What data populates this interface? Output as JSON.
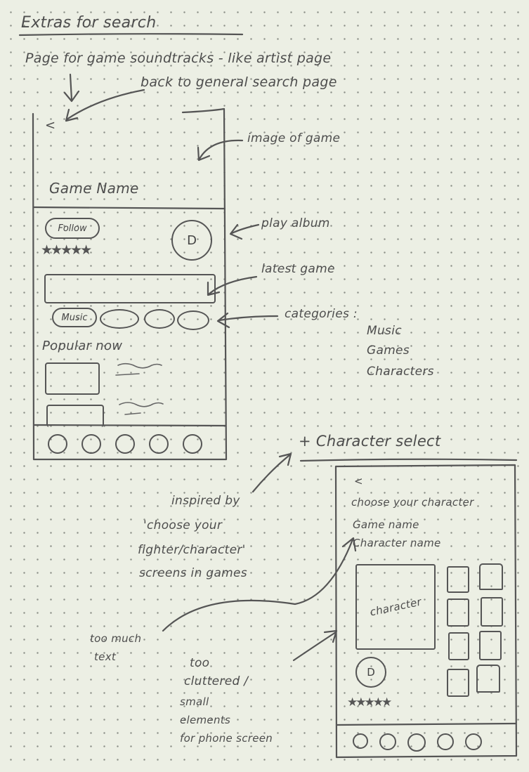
{
  "title": "Extras for search",
  "subtitle": "Page for game soundtracks - like artist page",
  "back_note": "back to general search page",
  "sketch1": {
    "back_glyph": "<",
    "game_name": "Game Name",
    "follow": "Follow",
    "music_pill": "Music",
    "popular_now": "Popular now",
    "rating_glyphs": "★★★★★",
    "play_glyph": "D"
  },
  "annotations": {
    "image_of_game": "image of game",
    "play_album": "play album",
    "latest_game": "latest game",
    "categories": "categories :",
    "cat_music": "Music",
    "cat_games": "Games",
    "cat_characters": "Characters"
  },
  "section2_title": "+ Character select",
  "sketch2": {
    "back_glyph": "<",
    "choose": "choose your character",
    "game_name": "Game name",
    "character_name": "Character name",
    "character_box": "character",
    "play_glyph": "D",
    "rating_glyphs": "★★★★★"
  },
  "notes": {
    "inspired": [
      "inspired by",
      "'choose your",
      "fighter/character'",
      "screens in games"
    ],
    "too_much": [
      "too much",
      "text"
    ],
    "cluttered": [
      "too",
      "cluttered /",
      "small",
      "elements",
      "for phone screen"
    ]
  }
}
